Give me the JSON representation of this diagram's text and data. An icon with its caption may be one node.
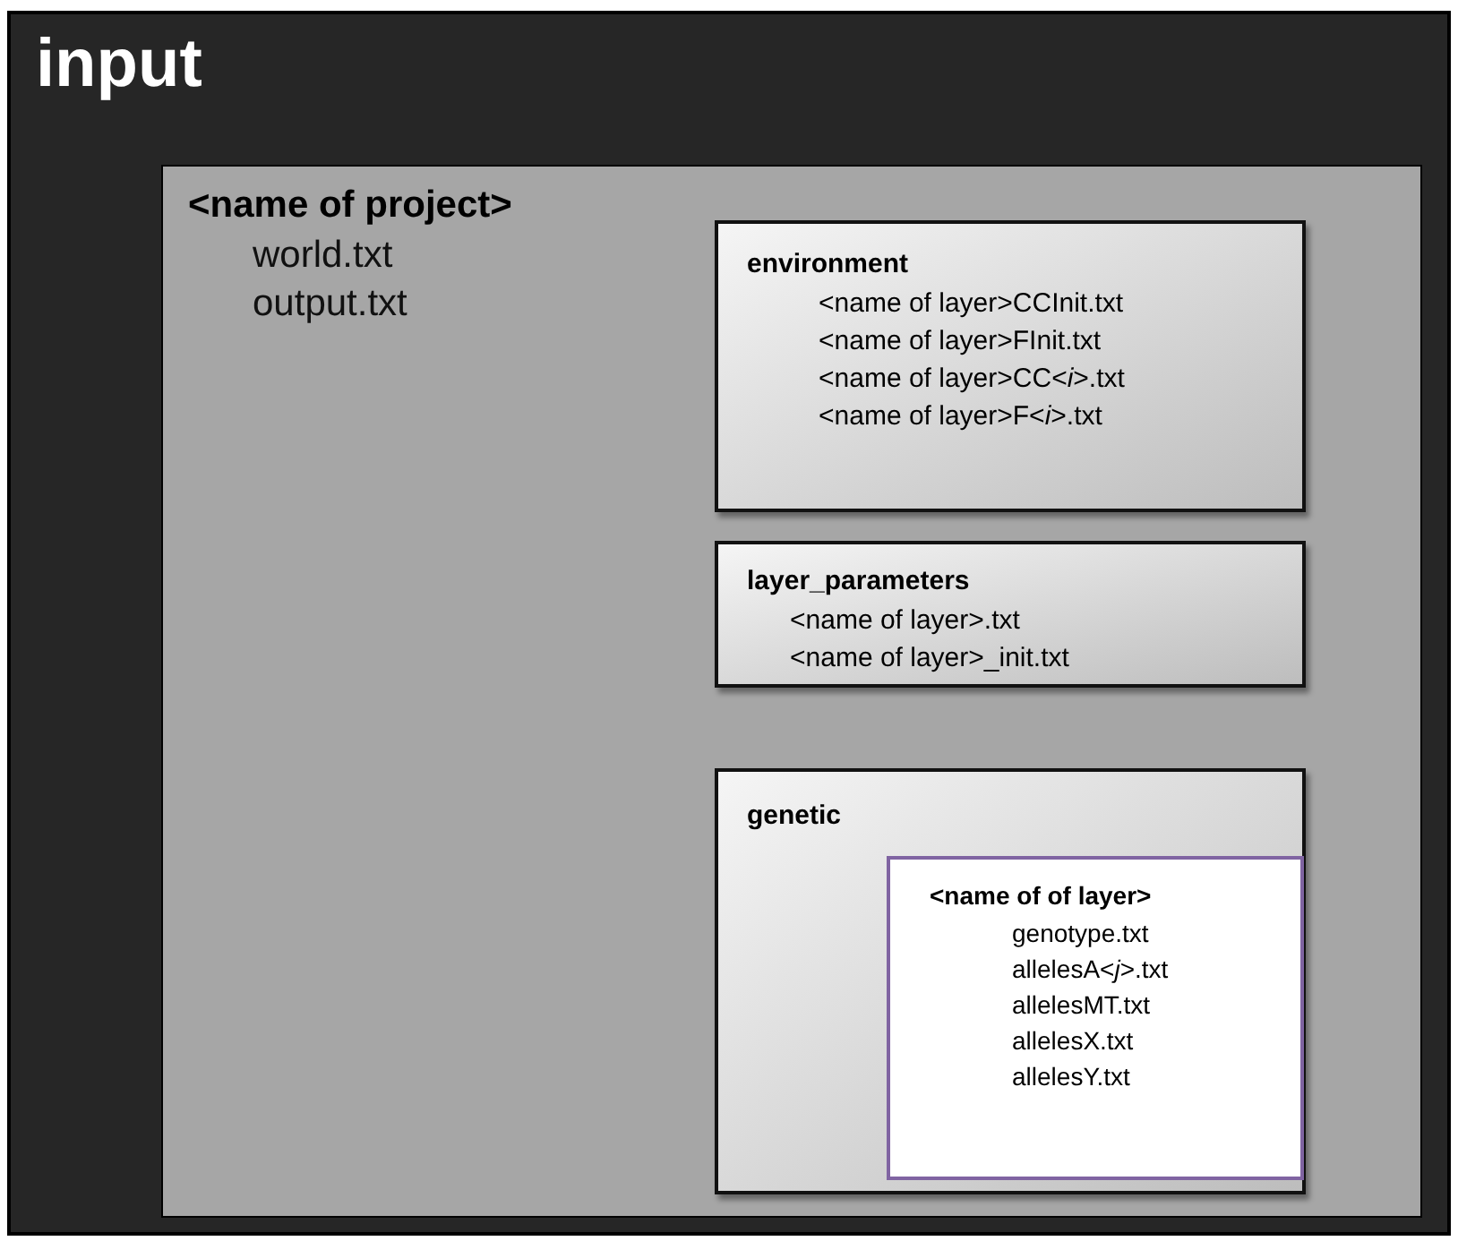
{
  "diagram": {
    "nodes": [
      {
        "text": [
          "input"
        ]
      },
      {
        "text": [
          "<name of project>",
          "world.txt",
          "output.txt"
        ],
        "in": 0
      },
      {
        "text": [
          "environment",
          "<name of layer>CCInit.txt",
          "<name of layer>FInit.txt",
          "<name of layer>CC<*i*>.txt",
          "<name of layer>F<*i*>.txt"
        ],
        "in": 1
      },
      {
        "text": [
          "layer_parameters",
          "<name of layer>.txt",
          "<name of layer>_init.txt"
        ],
        "in": 1
      },
      {
        "text": [
          "genetic"
        ],
        "in": 1
      },
      {
        "text": [
          "<name of of layer>",
          "genotype.txt",
          "allelesA<*j*>.txt",
          "allelesMT.txt",
          "allelesX.txt",
          "allelesY.txt"
        ],
        "in": 4
      }
    ]
  }
}
